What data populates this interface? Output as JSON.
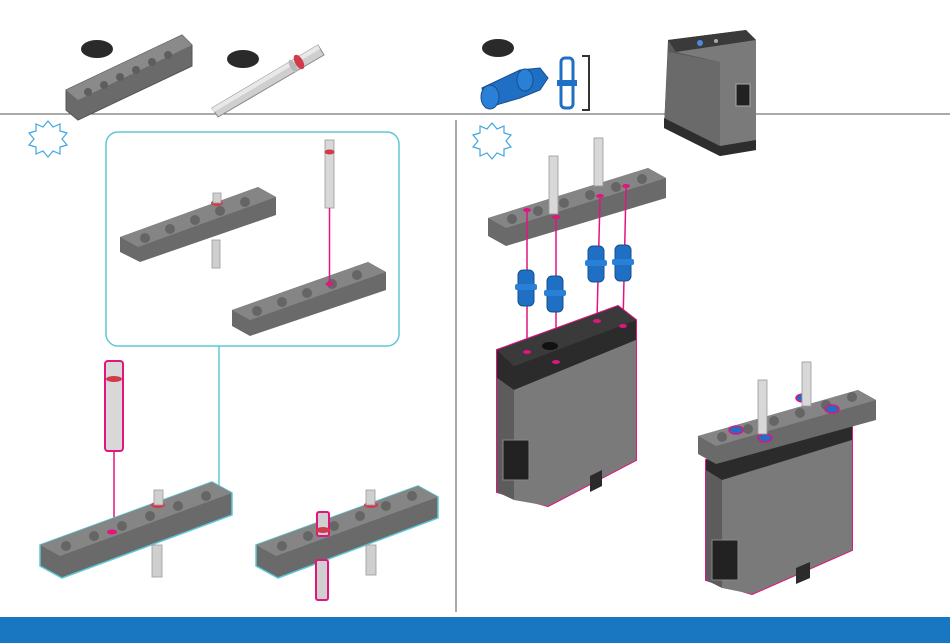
{
  "parts_list": [
    {
      "name": "beam-plate",
      "quantity_label": ""
    },
    {
      "name": "shaft",
      "quantity_label": ""
    },
    {
      "name": "connector-pin",
      "quantity_label": ""
    }
  ],
  "steps": [
    {
      "number_label": ""
    },
    {
      "number_label": ""
    }
  ],
  "colors": {
    "highlight": "#e0157f",
    "accent_cyan": "#5ec8d6",
    "connector_blue": "#1f6fc4",
    "plate_gray": "#6e6e6e",
    "footer_blue": "#1877c0"
  },
  "icons": [
    "step-burst-icon",
    "motor-device-icon",
    "bracket-icon"
  ]
}
